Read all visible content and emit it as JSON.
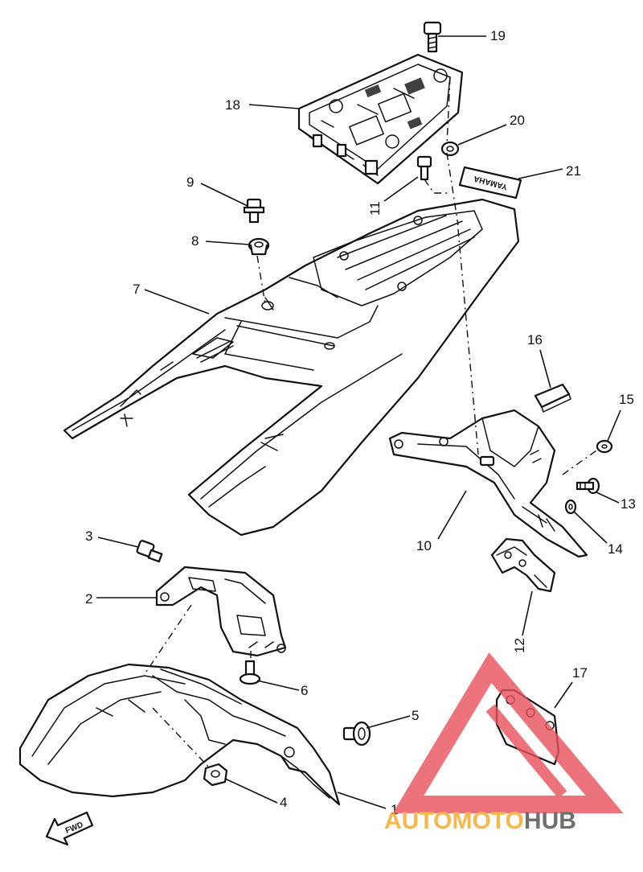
{
  "labels": {
    "p1": "1",
    "p2": "2",
    "p3": "3",
    "p4": "4",
    "p5": "5",
    "p6": "6",
    "p7": "7",
    "p8": "8",
    "p9": "9",
    "p10": "10",
    "p11": "11",
    "p12": "12",
    "p13": "13",
    "p14": "14",
    "p15": "15",
    "p16": "16",
    "p17": "17",
    "p18": "18",
    "p19": "19",
    "p20": "20",
    "p21": "21"
  },
  "decal_text": "YAMAHA",
  "fwd_text": "FWD",
  "watermark": {
    "part_a": "AUTOMOTO",
    "part_b": "HUB"
  },
  "colors": {
    "watermark_orange": "#f5a623",
    "watermark_red": "#e8505b",
    "watermark_gray": "#4a4a4a"
  }
}
